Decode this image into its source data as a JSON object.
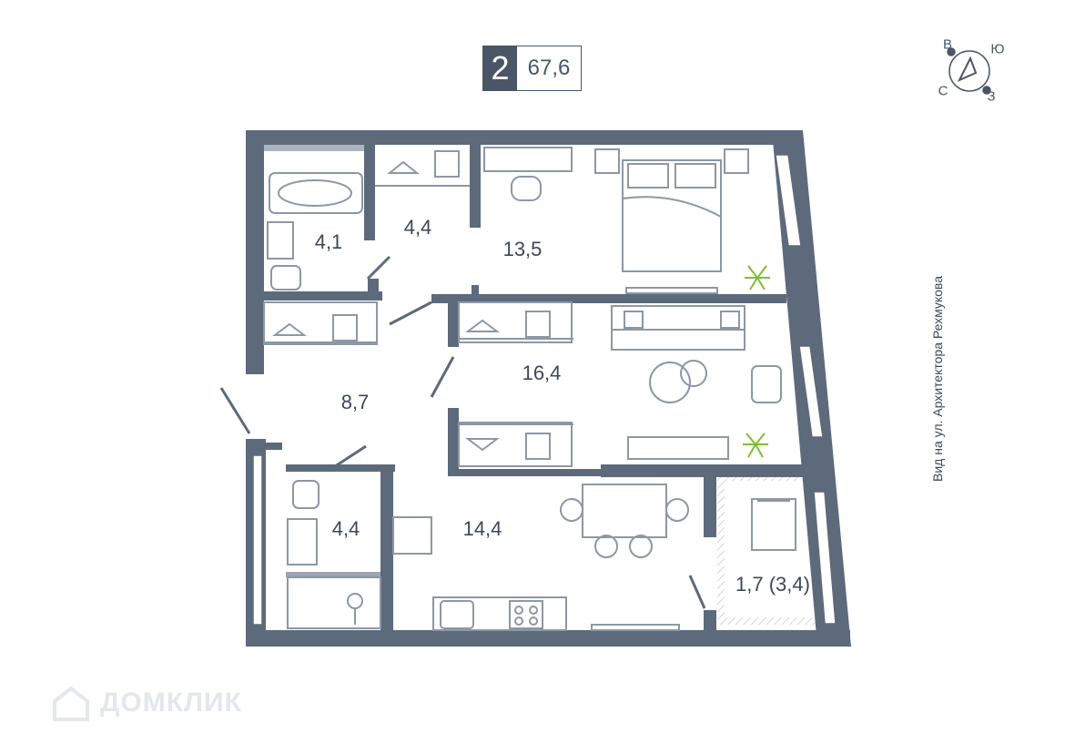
{
  "badge": {
    "rooms": "2",
    "total_area": "67,6"
  },
  "compass": {
    "north": "В",
    "east": "Ю",
    "south": "З",
    "west": "С"
  },
  "rooms": {
    "bathroom_1": "4,1",
    "closet_1": "4,4",
    "bedroom": "13,5",
    "hall": "8,7",
    "living_room": "16,4",
    "bathroom_2": "4,4",
    "kitchen": "14,4",
    "balcony": "1,7 (3,4)"
  },
  "street_label": "Вид на ул. Архитектора Рехмукова",
  "watermark": {
    "text": "ДОМКЛИК"
  },
  "colors": {
    "wall": "#5c6a7b",
    "furniture": "#8d97a5",
    "plant": "#7cbf2e"
  }
}
